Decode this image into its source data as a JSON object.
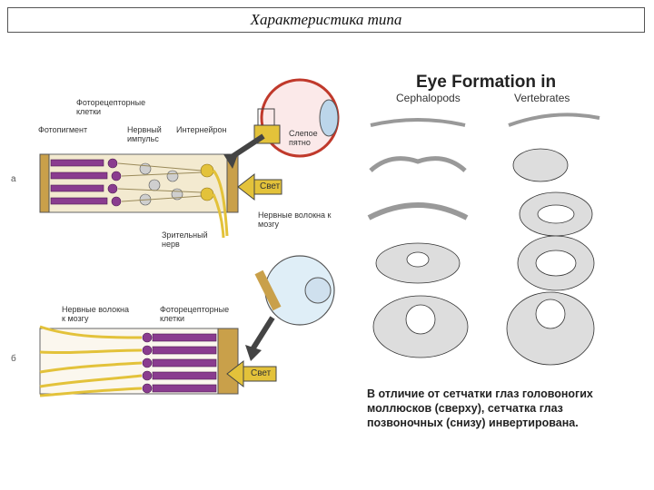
{
  "title": "Характеристика типа",
  "side_labels": {
    "a": "а",
    "b": "б"
  },
  "top_diagram": {
    "photoreceptor_cells": "Фоторецепторные клетки",
    "photopigment": "Фотопигмент",
    "nerve_impulse": "Нервный импульс",
    "interneuron": "Интернейрон",
    "blind_spot": "Слепое пятно",
    "light": "Свет",
    "nerve_fibers": "Нервные волокна к мозгу",
    "optic_nerve": "Зрительный нерв"
  },
  "bottom_diagram": {
    "nerve_fibers": "Нервные волокна к мозгу",
    "photoreceptor_cells": "Фоторецепторные клетки",
    "light": "Свет"
  },
  "eye_formation": {
    "title": "Eye Formation in",
    "col_left": "Cephalopods",
    "col_right": "Vertebrates"
  },
  "caption": "В отличие от сетчатки глаз головоногих моллюсков (сверху), сетчатка глаз позвоночных (снизу) инвертирована.",
  "colors": {
    "receptor": "#8a3c8f",
    "nerve": "#e3c23a",
    "bg_wall": "#c9a04a",
    "sclera": "#c0392b"
  }
}
